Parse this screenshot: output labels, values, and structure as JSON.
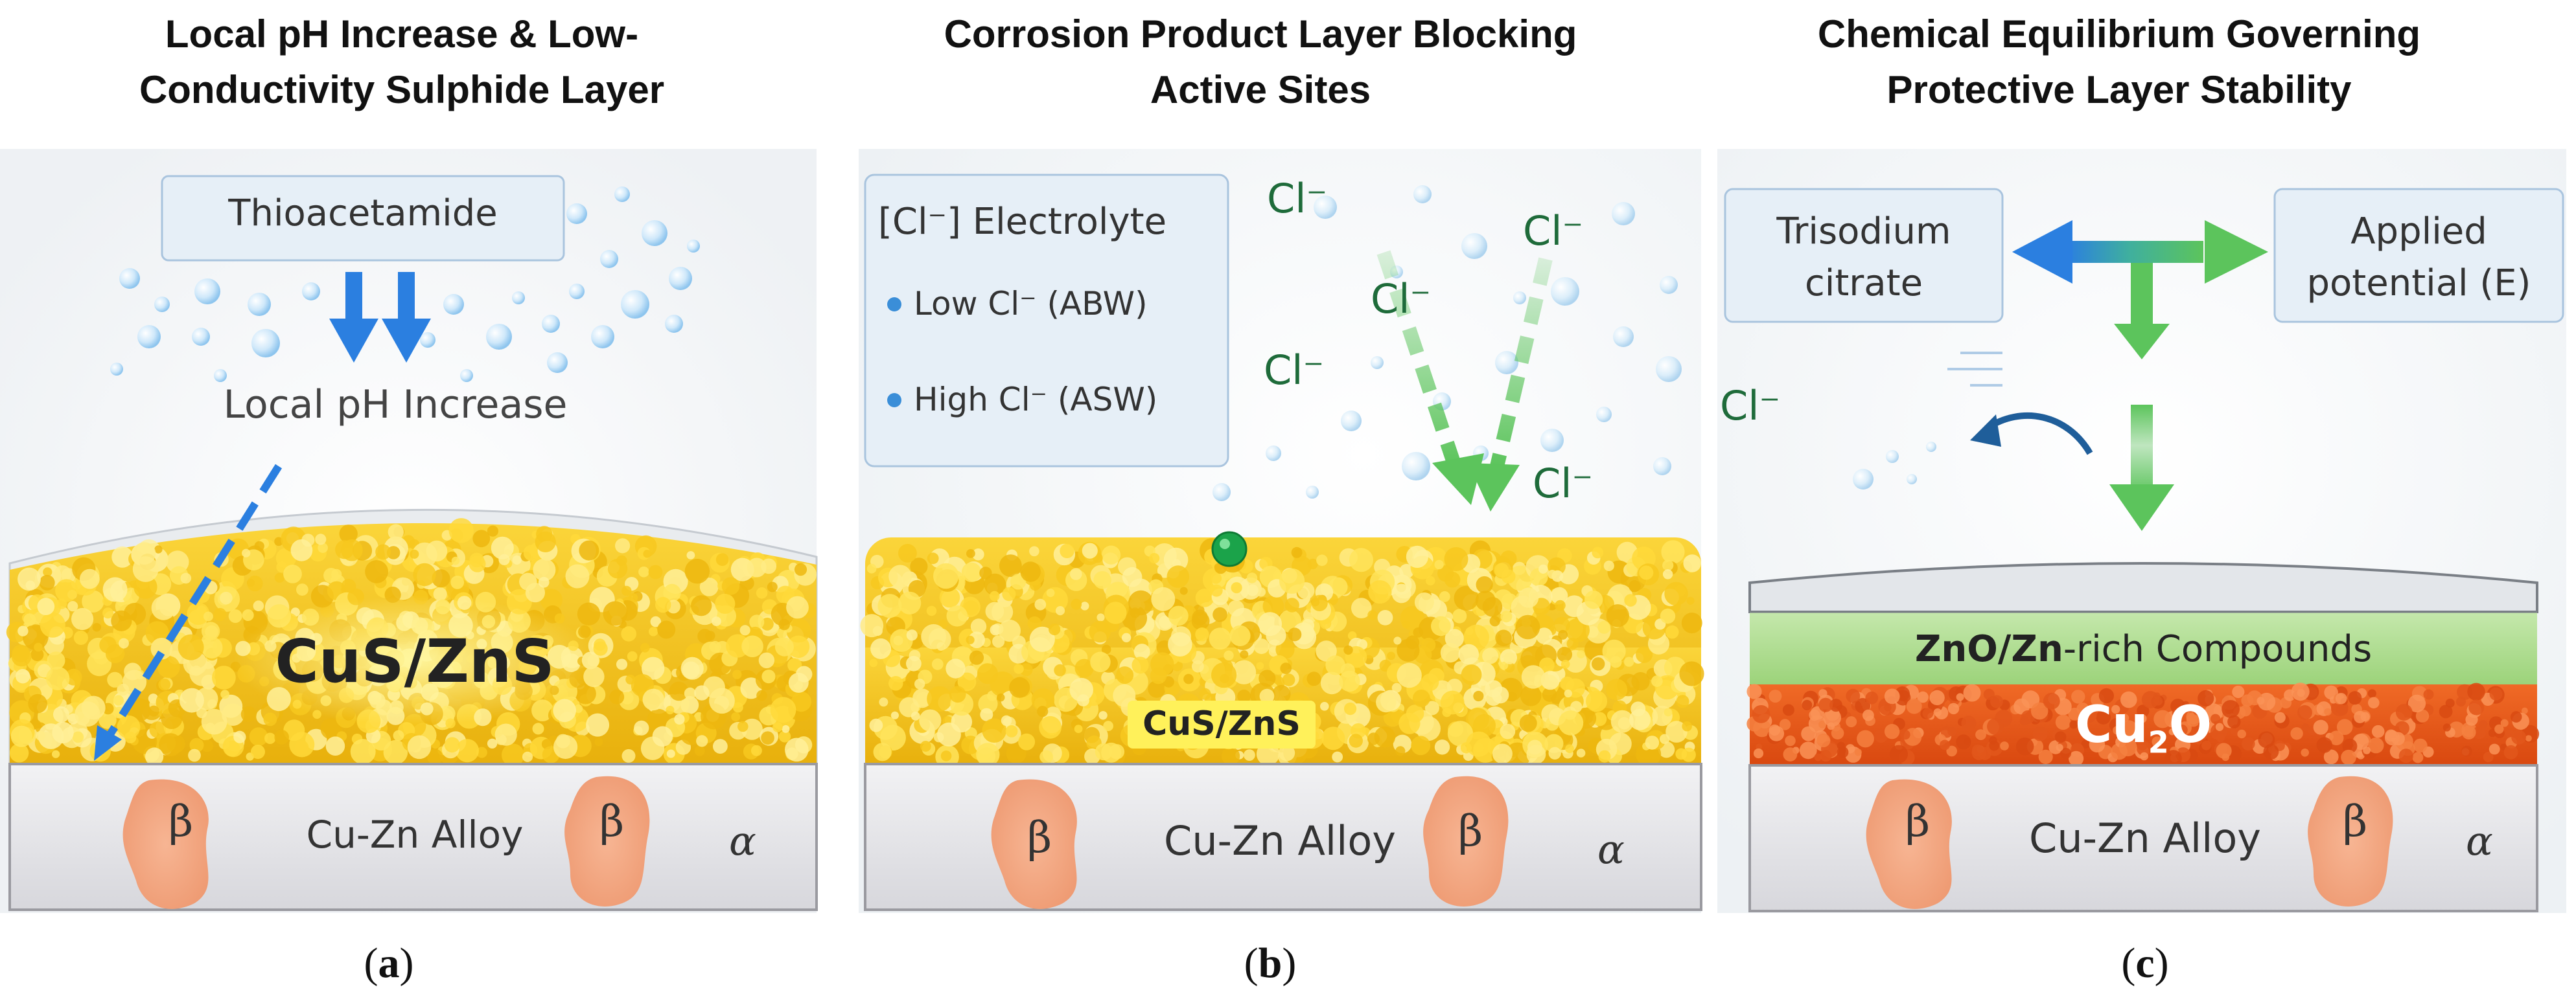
{
  "panels": [
    {
      "title_line1": "Local pH Increase & Low-",
      "title_line2": "Conductivity Sulphide Layer",
      "reagent": "Thioacetamide",
      "ph_label": "Local pH Increase",
      "layer": "CuS/ZnS",
      "substrate": "Cu-Zn Alloy",
      "beta": "β",
      "alpha": "α",
      "caption_open": "(",
      "caption_letter": "a",
      "caption_close": ")"
    },
    {
      "title_line1": "Corrosion Product Layer Blocking",
      "title_line2": "Active Sites",
      "legend_title": "[Cl⁻] Electrolyte",
      "legend_low": "Low Cl⁻ (ABW)",
      "legend_high": "High Cl⁻ (ASW)",
      "chloride": "Cl⁻",
      "layer": "CuS/ZnS",
      "substrate": "Cu-Zn Alloy",
      "beta": "β",
      "alpha": "α",
      "caption_open": "(",
      "caption_letter": "b",
      "caption_close": ")"
    },
    {
      "title_line1": "Chemical Equilibrium Governing",
      "title_line2": "Protective Layer Stability",
      "box_left_line1": "Trisodium",
      "box_left_line2": "citrate",
      "box_right_line1": "Applied",
      "box_right_line2": "potential (E)",
      "chloride": "Cl⁻",
      "zno_bold": "ZnO/Zn",
      "zno_rest": "-rich Compounds",
      "cu2o_main": "Cu",
      "cu2o_sub": "2",
      "cu2o_end": "O",
      "substrate": "Cu-Zn Alloy",
      "beta": "β",
      "alpha": "α",
      "caption_open": "(",
      "caption_letter": "c",
      "caption_close": ")"
    }
  ],
  "colors": {
    "yellow_layer": "#F5C518",
    "substrate": "#E4E4E8",
    "beta_grain": "#F5A77F",
    "zno_layer": "#A8D88A",
    "cu2o_layer": "#E85A1E",
    "arrow_blue": "#2B7FE0",
    "arrow_green": "#5CC45C",
    "chloride_text": "#1E6B3A",
    "box_fill": "#E6EFF7"
  }
}
